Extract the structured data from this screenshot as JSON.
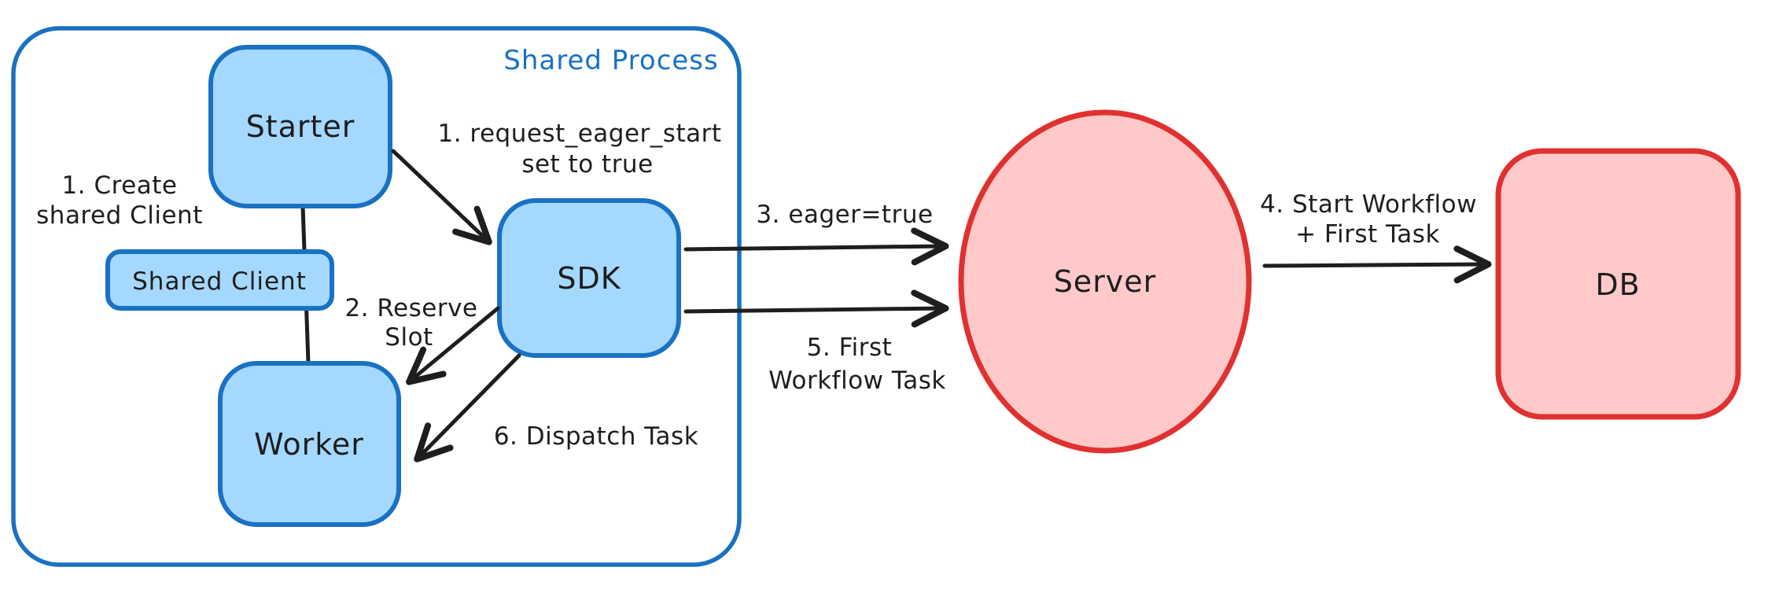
{
  "diagram": {
    "container": {
      "label": "Shared Process"
    },
    "nodes": {
      "starter": {
        "label": "Starter"
      },
      "shared_client": {
        "label": "Shared Client"
      },
      "worker": {
        "label": "Worker"
      },
      "sdk": {
        "label": "SDK"
      },
      "server": {
        "label": "Server"
      },
      "db": {
        "label": "DB"
      }
    },
    "annotations": {
      "create_shared_client": {
        "line1": "1. Create",
        "line2": "shared Client"
      },
      "request_eager_start": {
        "line1": "1. request_eager_start",
        "line2": "set to true"
      },
      "reserve_slot": {
        "line1": "2. Reserve",
        "line2": "Slot"
      },
      "eager_true": {
        "text": "3. eager=true"
      },
      "start_workflow": {
        "line1": "4. Start Workflow",
        "line2": "+ First Task"
      },
      "first_workflow_task": {
        "line1": "5. First",
        "line2": "Workflow Task"
      },
      "dispatch_task": {
        "text": "6. Dispatch Task"
      }
    },
    "colors": {
      "blue_stroke": "#1971c2",
      "blue_fill": "#a5d8ff",
      "red_stroke": "#e03131",
      "red_fill": "#ffc9c9",
      "ink": "#1e1e1e",
      "background": "#ffffff"
    }
  }
}
